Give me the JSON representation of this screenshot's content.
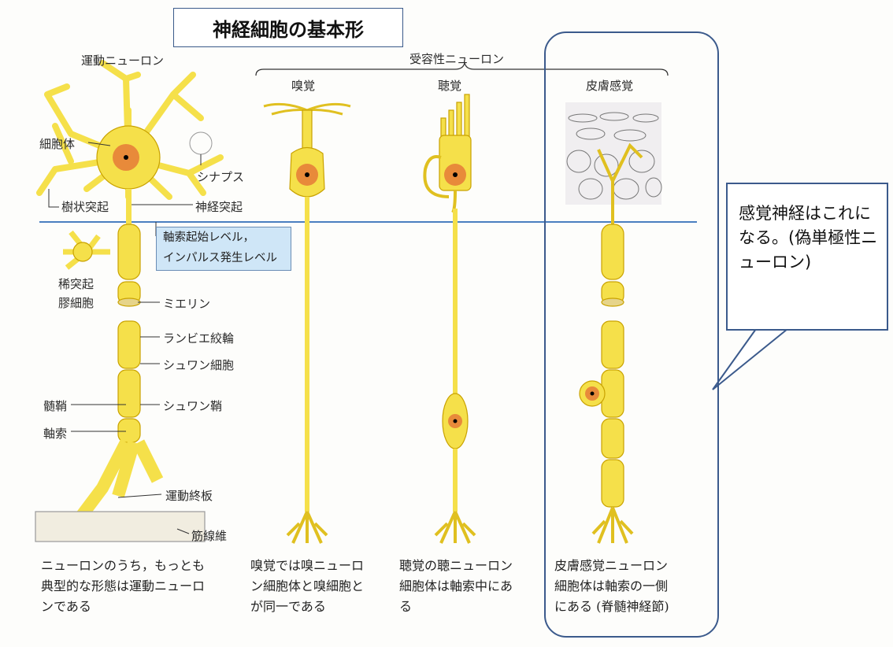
{
  "title": "神経細胞の基本形",
  "headers": {
    "motor": "運動ニューロン",
    "receptive": "受容性ニューロン",
    "olfactory": "嗅覚",
    "auditory": "聴覚",
    "skin": "皮膚感覚"
  },
  "labels": {
    "cell_body": "細胞体",
    "synapse": "シナプス",
    "dendrite": "樹状突起",
    "neurite": "神経突起",
    "oligodendrocyte_1": "稀突起",
    "oligodendrocyte_2": "膠細胞",
    "myelin": "ミエリン",
    "ranvier": "ランビエ絞輪",
    "schwann_cell": "シュワン細胞",
    "medullary_sheath": "髄鞘",
    "schwann_sheath": "シュワン鞘",
    "axon": "軸索",
    "motor_end_plate": "運動終板",
    "muscle_fiber": "筋線維"
  },
  "initiation_box": {
    "line1": "軸索起始レベル，",
    "line2": "インパルス発生レベル"
  },
  "captions": {
    "motor": "ニューロンのうち，もっとも\n典型的な形態は運動ニューロ\nンである",
    "olfactory": "嗅覚では嗅ニューロ\nン細胞体と嗅細胞と\nが同一である",
    "auditory": "聴覚の聴ニューロン\n細胞体は軸索中にあ\nる",
    "skin": "皮膚感覚ニューロン\n細胞体は軸索の一側\nにある (脊髄神経節)"
  },
  "callout": "感覚神経はこれになる。(偽単極性ニューロン)",
  "colors": {
    "neuron": "#f5e04a",
    "outline": "#c9a200",
    "nucleus": "#e88a3a",
    "frame": "#3b5a8c",
    "level_line": "#4a7fc0",
    "box": "#cfe6f7"
  }
}
